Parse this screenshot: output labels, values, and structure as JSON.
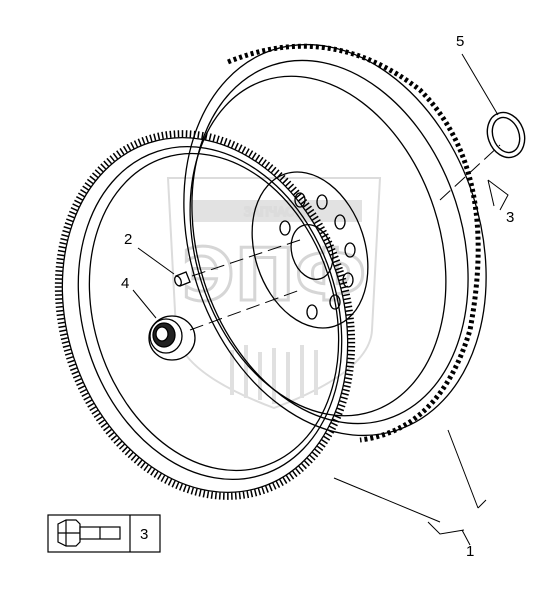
{
  "callouts": {
    "ring_gear": "1",
    "dowel_pin": "2",
    "bolt_detail_side": "3",
    "bolt_legend": "3",
    "bearing": "4",
    "snap_ring": "5"
  },
  "watermark": {
    "logo_text": "ЭПФ",
    "band_text": "ЗАПЧАСТИ"
  },
  "colors": {
    "line": "#000000",
    "watermark": "#d8d8d8",
    "background": "#ffffff"
  }
}
